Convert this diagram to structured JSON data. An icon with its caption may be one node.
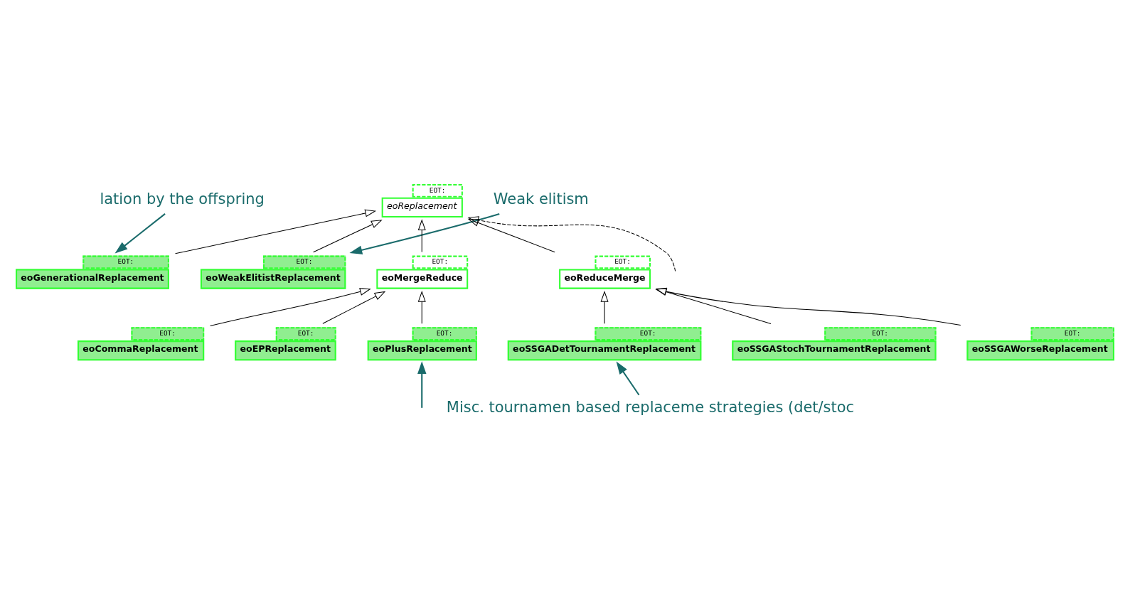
{
  "diagram": {
    "nodes": [
      {
        "text": [
          "lation by the offspring"
        ]
      },
      {
        "text": [
          "eoReplacement"
        ],
        "beside": [
          "EOT:"
        ]
      },
      {
        "text": [
          "Weak elitism"
        ]
      },
      {
        "text": [
          "eoGenerationalReplacement"
        ],
        "beside": [
          "EOT:"
        ]
      },
      {
        "text": [
          "eoWeakElitistReplacement"
        ],
        "beside": [
          "EOT:"
        ]
      },
      {
        "text": [
          "Misc. tournamen based replaceme strategies (det/stoc"
        ]
      },
      {
        "text": [
          "eoMergeReduce"
        ],
        "beside": [
          "EOT:"
        ]
      },
      {
        "text": [
          "eoReduceMerge"
        ],
        "beside": [
          "EOT:"
        ]
      },
      {
        "text": [
          "eoCommaReplacement"
        ],
        "beside": [
          "EOT:"
        ]
      },
      {
        "text": [
          "eoSSGADetTournamentReplacement"
        ],
        "beside": [
          "EOT:"
        ]
      },
      {
        "text": [
          "eoEPReplacement"
        ],
        "beside": [
          "EOT:"
        ]
      },
      {
        "text": [
          "eoSSGAStochTournamentReplacement"
        ],
        "beside": [
          "EOT:"
        ]
      },
      {
        "text": [
          "eoPlusReplacement"
        ],
        "beside": [
          "EOT:"
        ]
      },
      {
        "text": [
          "eoSSGAWorseReplacement"
        ],
        "beside": [
          "EOT:"
        ]
      }
    ],
    "edges": [
      {
        "from": 3,
        "to": 1,
        "arrow": "to"
      },
      {
        "from": 4,
        "to": 1,
        "arrow": "to"
      },
      {
        "from": 6,
        "to": 1,
        "arrow": "to"
      },
      {
        "from": 7,
        "to": 1,
        "arrow": "to"
      },
      {
        "from": null,
        "to": 1,
        "arrow": "to",
        "style": "dashed"
      },
      {
        "from": 8,
        "to": 6,
        "arrow": "to"
      },
      {
        "from": 10,
        "to": 6,
        "arrow": "to"
      },
      {
        "from": 12,
        "to": 6,
        "arrow": "to"
      },
      {
        "from": 9,
        "to": 7,
        "arrow": "to"
      },
      {
        "from": 11,
        "to": 7,
        "arrow": "to"
      },
      {
        "from": 13,
        "to": 7,
        "arrow": "to"
      },
      {
        "from": 0,
        "to": 3,
        "arrow": "to",
        "color": "#1a6b6b"
      },
      {
        "from": 2,
        "to": 4,
        "arrow": "to",
        "color": "#1a6b6b"
      },
      {
        "from": 5,
        "to": 9,
        "arrow": "to",
        "color": "#1a6b6b"
      },
      {
        "from": null,
        "to": 12,
        "arrow": "to",
        "color": "#1a6b6b"
      }
    ]
  }
}
